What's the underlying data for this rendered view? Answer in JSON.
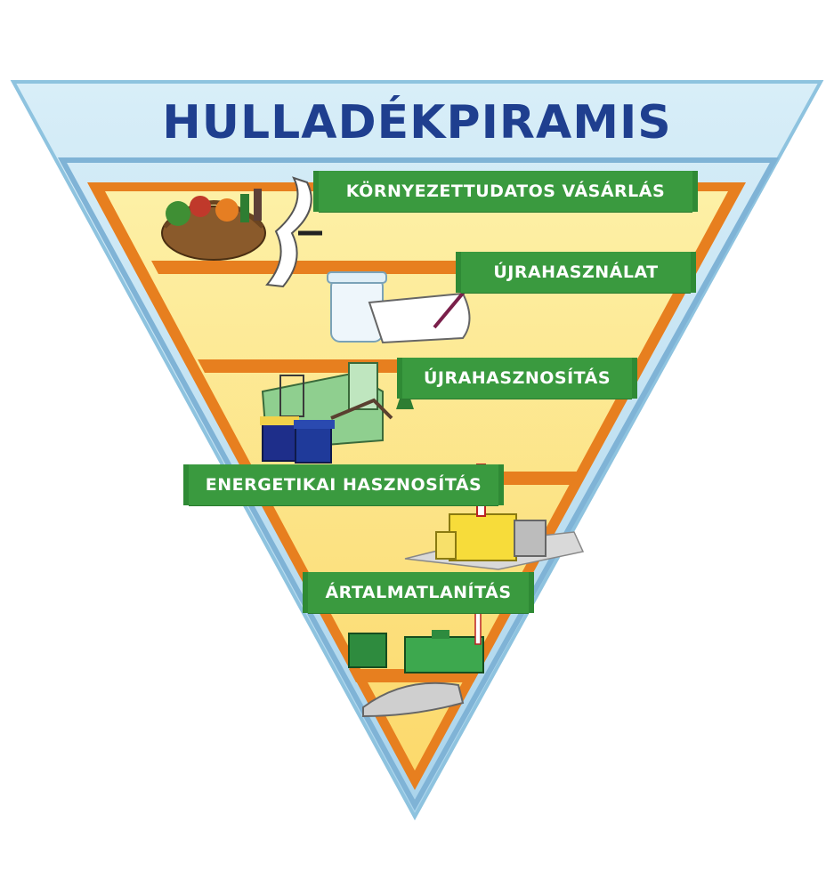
{
  "title": "HULLADÉKPIRAMIS",
  "levels": [
    {
      "label": "KÖRNYEZETTUDATOS VÁSÁRLÁS",
      "illustration": "shopping-basket-and-receipt"
    },
    {
      "label": "ÚJRAHASZNÁLAT",
      "illustration": "glass-jar-and-note"
    },
    {
      "label": "ÚJRAHASZNOSÍTÁS",
      "illustration": "recycling-plant-and-bins"
    },
    {
      "label": "ENERGETIKAI HASZNOSÍTÁS",
      "illustration": "waste-to-energy-plant"
    },
    {
      "label": "ÁRTALMATLANÍTÁS",
      "illustration": "landfill-and-treatment-plant"
    }
  ],
  "colors": {
    "title": "#1f3f8f",
    "outer_triangle": "#bfe0f2",
    "outer_border": "#8fc4e0",
    "stripe": "#e77f1f",
    "fill_yellow": "#fde68a",
    "banner_green": "#3a9a3f"
  }
}
